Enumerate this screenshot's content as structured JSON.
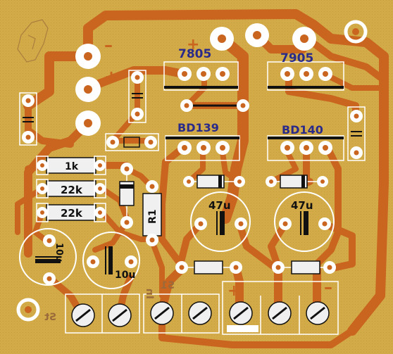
{
  "board": {
    "colors": {
      "substrate": "#d2ab48",
      "copper": "#c9651f",
      "silkscreen": "#ffffff",
      "pad": "#ffffff",
      "component_body": "#f0f0f0",
      "regulator_label": "#2a2a8a",
      "mirrored_text": "#9b6a3a"
    },
    "regulators": [
      {
        "ref": "7805"
      },
      {
        "ref": "7905"
      }
    ],
    "transistors": [
      {
        "ref": "BD139"
      },
      {
        "ref": "BD140"
      }
    ],
    "resistors": {
      "r1k": "1k",
      "r22k_a": "22k",
      "r22k_b": "22k",
      "r1": "R1"
    },
    "capacitors": {
      "c_left": "10u",
      "c_mid": "10u",
      "c_47a": "47u",
      "c_47b": "47u"
    },
    "polarity": {
      "plus_top": "+",
      "plus_left": "+",
      "minus_top": "–",
      "plus_bottom": "+",
      "minus_bottom": "–"
    },
    "markings": {
      "s1": "S1",
      "in": "In",
      "st": "St"
    }
  }
}
